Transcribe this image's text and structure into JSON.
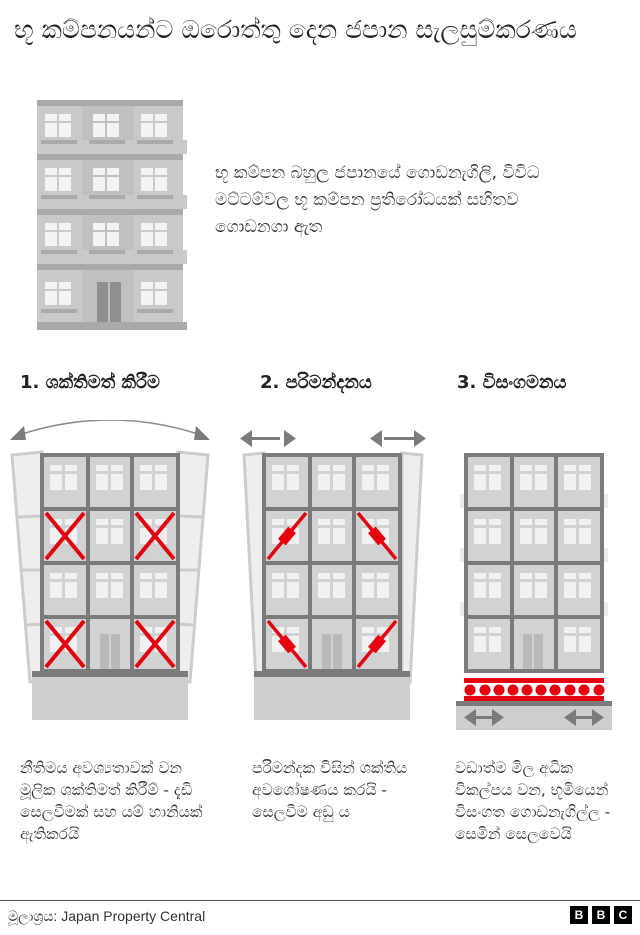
{
  "title": "භූ කම්පනයන්ට ඔරොත්තු දෙන ජපාන සැලසුම්කරණය",
  "intro": {
    "text": "භූ කම්පන බහුල ජපානයේ ගොඩනැගිලි, විවිධ මට්ටම්වල භූ කම්පන ප්‍රතිරෝධයක් සහිතව ගොඩනගා ඇත"
  },
  "steps": [
    {
      "heading": "1. ශක්තිමත් කිරීම",
      "description": "නීතිමය අවශ්‍යතාවක් වන මූලික ශක්තිමත් කිරීම් - දැඩි සෙලවීමක් සහ යම් හානියක් ඇතිකරයි",
      "illustration": "rigid-frame-cross-braces"
    },
    {
      "heading": "2. පරිමන්දනය",
      "description": "පරිමන්දක විසින් ශක්තිය අවශෝෂණය කරයි - සෙලවීම අඩු ය",
      "illustration": "damper-braces"
    },
    {
      "heading": "3. විසංගමනය",
      "description": "වඩාත්ම මිල අධික විකල්පය වන, භූමියෙන් විසංගත ගොඩනැගිල්ල - සෙමින් සෙලවෙයි",
      "illustration": "base-isolation"
    }
  ],
  "footer": {
    "source": "මූලාශ්‍රය:  Japan Property Central",
    "logo": [
      "B",
      "B",
      "C"
    ]
  },
  "colors": {
    "accent_red": "#e4000f",
    "frame_gray": "#7b7b7b",
    "facade_gray": "#c8c9ca",
    "window_white": "#f2f2f2",
    "arrow_gray": "#7b7b7b"
  }
}
